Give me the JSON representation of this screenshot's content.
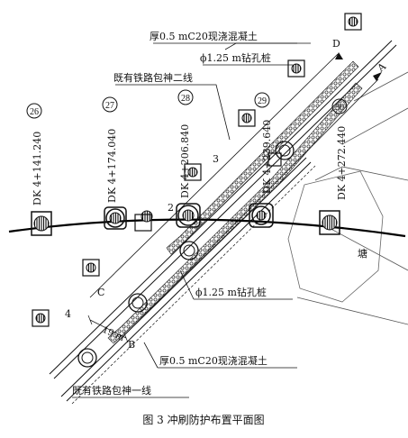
{
  "labels": {
    "concrete_top": "厚0.5 mC20现浇混凝土",
    "pile_top": "ϕ1.25 m钻孔桩",
    "line2": "既有铁路包神二线",
    "pile_bottom": "ϕ1.25 m钻孔桩",
    "concrete_bottom": "厚0.5 mC20现浇混凝土",
    "line1": "既有铁路包神一线",
    "pond": "塘",
    "dim_19m": "19 m",
    "sec_D": "D",
    "sec_A": "A",
    "sec_C": "C",
    "sec_B": "B",
    "track_3": "3",
    "track_2": "2",
    "track_4": "4"
  },
  "piers": [
    {
      "num": "26",
      "km": "DK 4+141.240"
    },
    {
      "num": "27",
      "km": "DK 4+174.040"
    },
    {
      "num": "28",
      "km": "DK 4+206.840"
    },
    {
      "num": "29",
      "km": "DK 4+239.640"
    },
    {
      "num": "30",
      "km": "DK 4+272.440"
    }
  ],
  "caption": "图 3    冲刷防护布置平面图"
}
